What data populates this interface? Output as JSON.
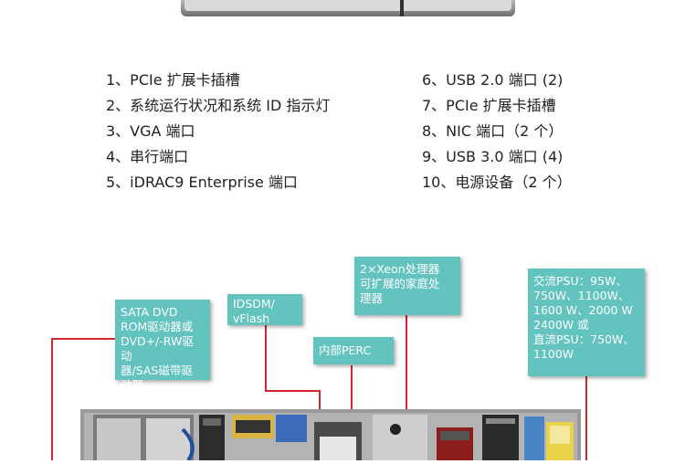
{
  "legend": {
    "left": [
      "1、PCIe 扩展卡插槽",
      "2、系统运行状况和系统 ID 指示灯",
      "3、VGA 端口",
      "4、串行端口",
      "5、iDRAC9 Enterprise 端口"
    ],
    "right": [
      "6、USB 2.0 端口 (2)",
      "7、PCIe 扩展卡插槽",
      "8、NIC 端口（2 个）",
      "9、USB 3.0 端口 (4)",
      "10、电源设备（2 个）"
    ]
  },
  "callouts": {
    "dvd": [
      "SATA DVD",
      "ROM驱动器或",
      "DVD+/-RW驱动",
      "器/SAS磁带驱",
      "动器"
    ],
    "idsdm": [
      "IDSDM/",
      "vFlash"
    ],
    "perc": [
      "内部PERC"
    ],
    "cpu": [
      "2×Xeon处理器",
      "可扩展的家庭处",
      "理器"
    ],
    "psu": [
      "交流PSU：95W、",
      "750W、1100W、",
      "1600 W、2000 W",
      "2400W 或",
      "直流PSU：750W、",
      "1100W"
    ]
  },
  "colors": {
    "callout_bg": "#62c3bf",
    "leader_line": "#d8262f"
  }
}
